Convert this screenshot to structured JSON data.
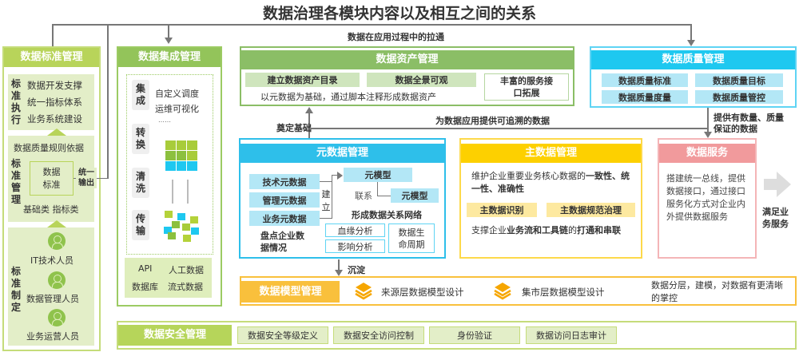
{
  "title": "数据治理各模块内容以及相互之间的关系",
  "connectors": {
    "top": "数据在应用过程中的拉通",
    "foundation": "奠定基础",
    "traceable": "为数据应用提供可追溯的数据",
    "quality_data": "提供有数量、质量保证的数据",
    "settle": "沉淀",
    "satisfy": "满足业务服务"
  },
  "standard": {
    "title": "数据标准管理",
    "exec_label": "标准执行",
    "exec_items": [
      "数据开发支撑",
      "统一指标体系",
      "业务系统建设"
    ],
    "rule_basis": "数据质量规则依据",
    "mgmt_label": "标准管理",
    "data_std": "数据标准",
    "unified_output": "统一输出",
    "categories": "基础类 指标类",
    "define_label": "标准制定",
    "people": [
      "IT技术人员",
      "数据管理人员",
      "业务运营人员"
    ]
  },
  "integration": {
    "title": "数据集成管理",
    "steps": [
      "集成",
      "转换",
      "清洗",
      "传输"
    ],
    "features": [
      "自定义调度",
      "运维可视化",
      "……"
    ],
    "sources": [
      "API",
      "人工数据",
      "数据库",
      "流式数据"
    ]
  },
  "asset": {
    "title": "数据资产管理",
    "items": [
      "建立数据资产目录",
      "数据全景可观"
    ],
    "desc": "以元数据为基础，通过脚本注释形成数据资产",
    "service": "丰富的服务接口拓展"
  },
  "quality": {
    "title": "数据质量管理",
    "items": [
      "数据质量标准",
      "数据质量目标",
      "数据质量度量",
      "数据质量管控"
    ]
  },
  "metadata": {
    "title": "元数据管理",
    "types": [
      "技术元数据",
      "管理元数据",
      "业务元数据"
    ],
    "build": "建立",
    "meta_model": "元模型",
    "relation": "联系",
    "network": "形成数据关系网络",
    "inventory": "盘点企业数据情况",
    "analysis": [
      "血缘分析",
      "影响分析"
    ],
    "lifecycle": "数据生命周期"
  },
  "master": {
    "title": "主数据管理",
    "desc1_plain": "维护企业重要业务核心数据的",
    "desc1_bold": "一致性、统一性、准确性",
    "items": [
      "主数据识别",
      "主数据规范治理"
    ],
    "desc2_a": "支撑企业",
    "desc2_b": "业务流和工具链",
    "desc2_c": "的",
    "desc2_d": "打通和串联"
  },
  "service": {
    "title": "数据服务",
    "desc": "搭建统一总线，提供数据接口，通过接口服务化方式对企业内外提供数据服务"
  },
  "model": {
    "title": "数据模型管理",
    "items": [
      "来源层数据模型设计",
      "集市层数据模型设计"
    ],
    "desc": "数据分层，建模，对数据有更清晰的掌控"
  },
  "security": {
    "title": "数据安全管理",
    "items": [
      "数据安全等级定义",
      "数据安全访问控制",
      "身份验证",
      "数据访问日志审计"
    ]
  }
}
